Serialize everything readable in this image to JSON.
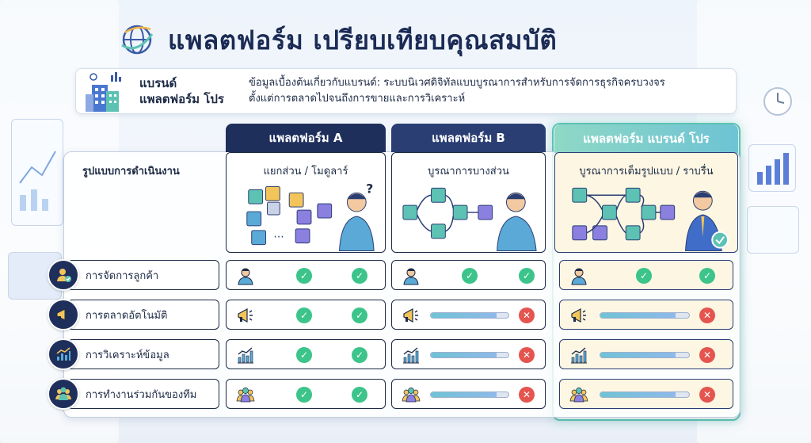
{
  "title": "แพลตฟอร์ม เปรียบเทียบคุณสมบัติ",
  "brand": {
    "name_line1": "แบรนด์",
    "name_line2": "แพลตฟอร์ม โปร",
    "description_line1": "ข้อมูลเบื้องต้นเกี่ยวกับแบรนด์: ระบบนิเวศดิจิทัลแบบบูรณาการสำหรับการจัดการธุรกิจครบวงจร",
    "description_line2": "ตั้งแต่การตลาดไปจนถึงการขายและการวิเคราะห์"
  },
  "columns": [
    {
      "label": "แพลตฟอร์ม A",
      "model": "แยกส่วน / โมดูลาร์"
    },
    {
      "label": "แพลตฟอร์ม B",
      "model": "บูรณาการบางส่วน"
    },
    {
      "label": "แพลตฟอร์ม แบรนด์ โปร",
      "model": "บูรณาการเต็มรูปแบบ / ราบรื่น"
    }
  ],
  "ops_row_label": "รูปแบบการดำเนินงาน",
  "features": [
    {
      "label": "การจัดการลูกค้า",
      "icon": "user-check-icon",
      "cell_icon": "person-icon",
      "a": [
        "check",
        "check"
      ],
      "b": [
        "check",
        "check"
      ],
      "pro": [
        "check",
        "check"
      ]
    },
    {
      "label": "การตลาดอัตโนมัติ",
      "icon": "megaphone-icon",
      "cell_icon": "megaphone-icon",
      "a": [
        "check",
        "check"
      ],
      "b": [
        "bar",
        "cross"
      ],
      "pro": [
        "bar",
        "cross"
      ],
      "bar_fill": 0.85
    },
    {
      "label": "การวิเคราะห์ข้อมูล",
      "icon": "chart-icon",
      "cell_icon": "chart-icon",
      "a": [
        "check",
        "check"
      ],
      "b": [
        "bar",
        "cross"
      ],
      "pro": [
        "bar",
        "cross"
      ],
      "bar_fill": 0.85
    },
    {
      "label": "การทำงานร่วมกันของทีม",
      "icon": "team-icon",
      "cell_icon": "team-icon",
      "a": [
        "check",
        "check"
      ],
      "b": [
        "bar",
        "cross"
      ],
      "pro": [
        "bar",
        "cross"
      ],
      "bar_fill": 0.85
    }
  ],
  "colors": {
    "navy": "#1f2f5c",
    "teal": "#5dc2b4",
    "check": "#3cc48a",
    "cross": "#e4554f"
  }
}
